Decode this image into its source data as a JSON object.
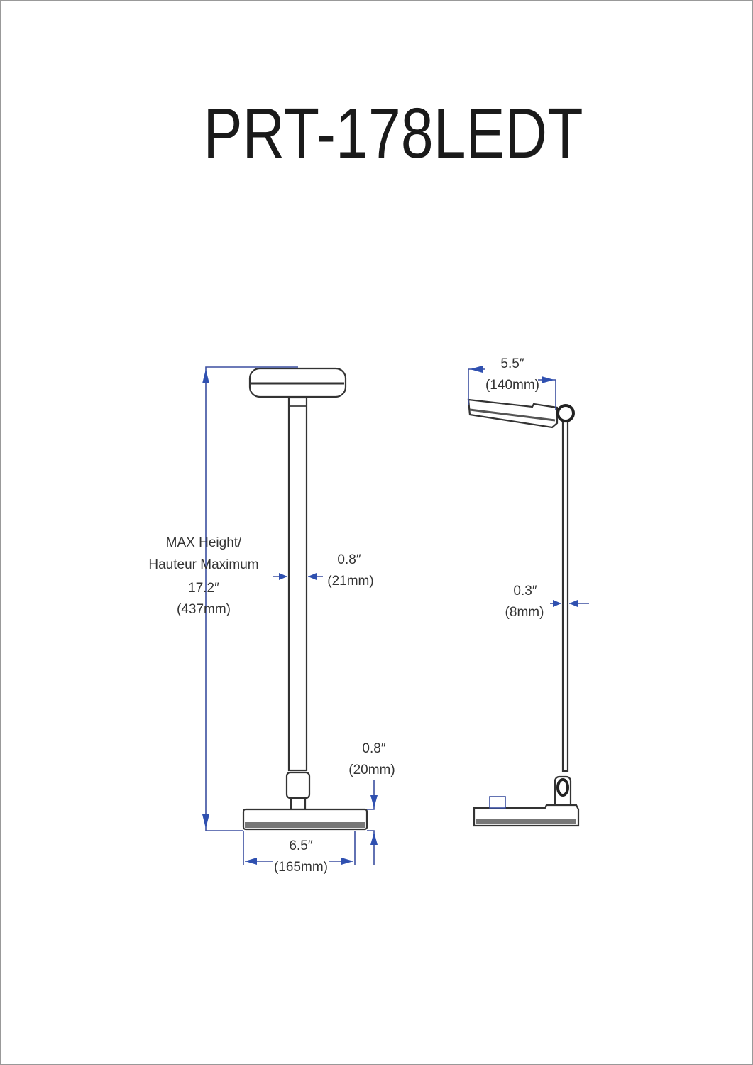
{
  "title": "PRT-178LEDT",
  "front_view": {
    "height_label_1": "MAX Height/",
    "height_label_2": "Hauteur Maximum",
    "height_in": "17.2″",
    "height_mm": "(437mm)",
    "pole_in": "0.8″",
    "pole_mm": "(21mm)",
    "base_height_in": "0.8″",
    "base_height_mm": "(20mm)",
    "base_width_in": "6.5″",
    "base_width_mm": "(165mm)"
  },
  "side_view": {
    "head_in": "5.5″",
    "head_mm": "(140mm)",
    "pole_in": "0.3″",
    "pole_mm": "(8mm)"
  },
  "colors": {
    "dimension": "#2f50b0",
    "line": "#333333"
  }
}
